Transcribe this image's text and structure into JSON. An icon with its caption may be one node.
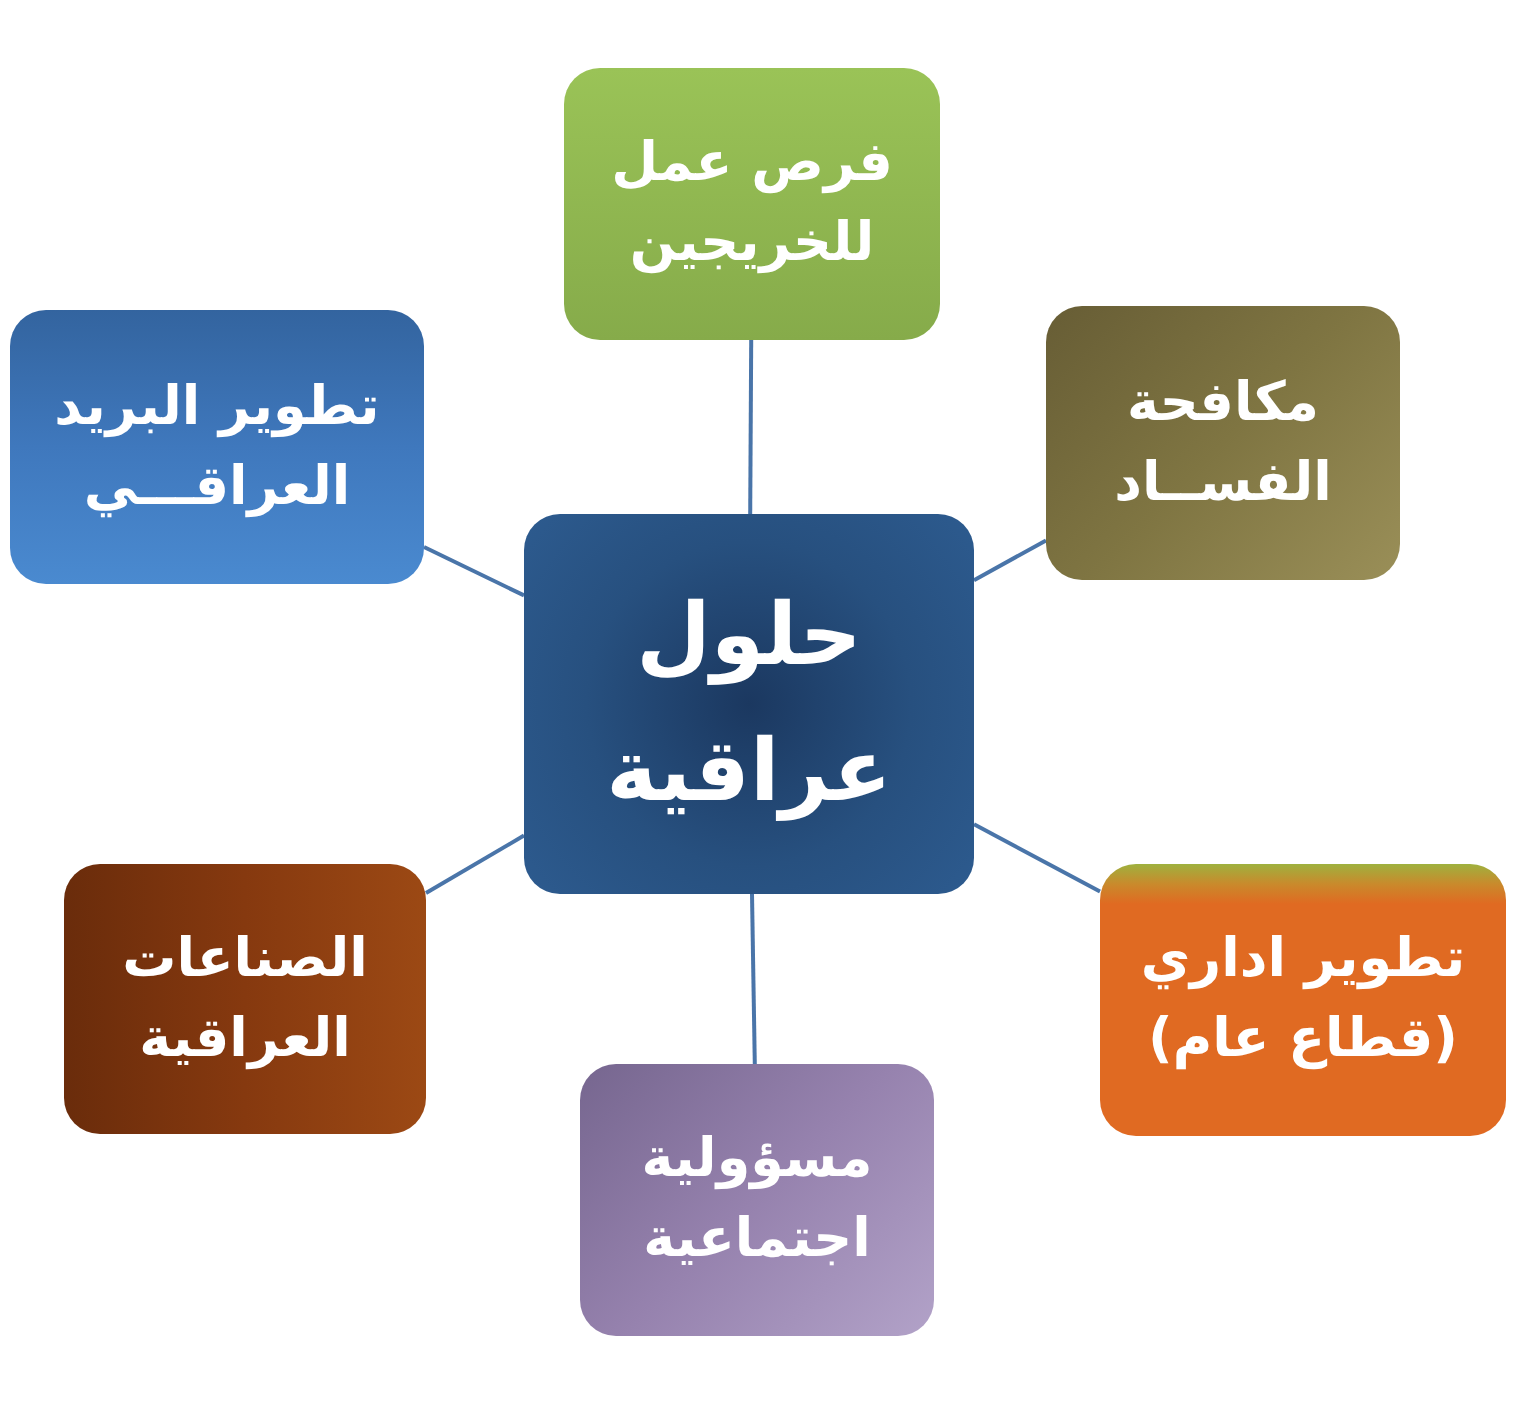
{
  "diagram": {
    "nodes": [
      {
        "text": [
          "فرص عمل للخريجين"
        ]
      },
      {
        "text": [
          "مكافحة الفســاد"
        ]
      },
      {
        "text": [
          "تطوير البريد العراقـــي"
        ]
      },
      {
        "text": [
          "حلول عراقية"
        ]
      },
      {
        "text": [
          "تطوير اداري (قطاع عام)"
        ]
      },
      {
        "text": [
          "الصناعات العراقية"
        ]
      },
      {
        "text": [
          "مسؤولية اجتماعية"
        ]
      }
    ],
    "edges": [
      {
        "from": 3,
        "to": 0,
        "arrow": "none"
      },
      {
        "from": 3,
        "to": 1,
        "arrow": "none"
      },
      {
        "from": 3,
        "to": 2,
        "arrow": "none"
      },
      {
        "from": 3,
        "to": 4,
        "arrow": "none"
      },
      {
        "from": 3,
        "to": 5,
        "arrow": "none"
      },
      {
        "from": 3,
        "to": 6,
        "arrow": "none"
      }
    ]
  }
}
